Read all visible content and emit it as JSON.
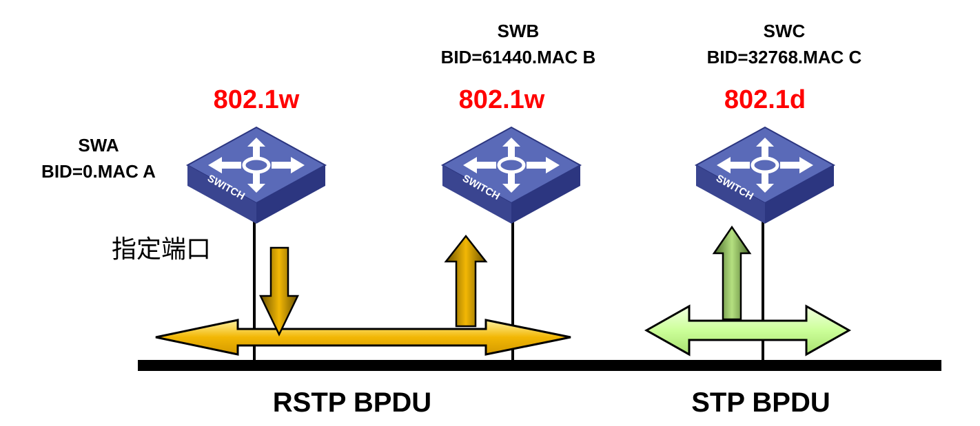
{
  "switches": [
    {
      "id": "swa",
      "name": "SWA",
      "bid": "BID=0.MAC A",
      "protocol": "802.1w",
      "device_label": "SWITCH"
    },
    {
      "id": "swb",
      "name": "SWB",
      "bid": "BID=61440.MAC B",
      "protocol": "802.1w",
      "device_label": "SWITCH"
    },
    {
      "id": "swc",
      "name": "SWC",
      "bid": "BID=32768.MAC C",
      "protocol": "802.1d",
      "device_label": "SWITCH"
    }
  ],
  "port_label": "指定端口",
  "segments": {
    "rstp_label": "RSTP BPDU",
    "stp_label": "STP BPDU"
  },
  "colors": {
    "protocol_text": "#ff0000",
    "rstp_arrow": "#f2b705",
    "stp_arrow": "#ccff99",
    "stp_up_arrow": "#8fb35a",
    "switch_top": "#4a5aa8",
    "switch_side": "#2c3680",
    "bus_line": "#000000"
  },
  "icons": [
    "switch-icon",
    "network-bus-line",
    "double-arrow-icon",
    "up-arrow-icon",
    "down-arrow-icon"
  ]
}
